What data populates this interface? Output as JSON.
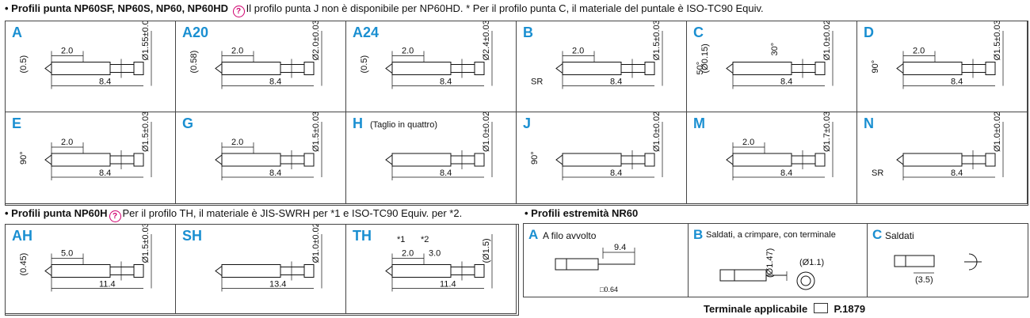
{
  "header1": {
    "title": "• Profili punta NP60SF, NP60S, NP60, NP60HD",
    "note1": "Il profilo punta J non è disponibile per NP60HD.",
    "note2": " * Per il profilo punta C, il materiale del puntale è ISO-TC90 Equiv."
  },
  "row1": [
    {
      "letter": "A",
      "len": "2.0",
      "total": "8.4",
      "dia": "Ø1.55±0.03",
      "side": "(0.5)"
    },
    {
      "letter": "A20",
      "len": "2.0",
      "total": "8.4",
      "dia": "Ø2.0±0.03",
      "side": "(0.58)"
    },
    {
      "letter": "A24",
      "len": "2.0",
      "total": "8.4",
      "dia": "Ø2.4±0.03",
      "side": "(0.5)"
    },
    {
      "letter": "B",
      "len": "2.0",
      "total": "8.4",
      "dia": "Ø1.5±0.03",
      "side": "SR"
    },
    {
      "letter": "C",
      "len": "",
      "total": "8.4",
      "dia": "Ø1.0±0.02",
      "side": "(Ø0.15)",
      "angle1": "50°",
      "angle2": "30°"
    },
    {
      "letter": "D",
      "len": "2.0",
      "total": "8.4",
      "dia": "Ø1.5±0.03",
      "side": "90°"
    }
  ],
  "row2": [
    {
      "letter": "E",
      "len": "2.0",
      "total": "8.4",
      "dia": "Ø1.5±0.03",
      "side": "90°"
    },
    {
      "letter": "G",
      "len": "2.0",
      "total": "8.4",
      "dia": "Ø1.5±0.03",
      "side": ""
    },
    {
      "letter": "H",
      "sub": "(Taglio in quattro)",
      "len": "",
      "total": "8.4",
      "dia": "Ø1.0±0.02",
      "side": ""
    },
    {
      "letter": "J",
      "len": "",
      "total": "8.4",
      "dia": "Ø1.0±0.02",
      "side": "90°"
    },
    {
      "letter": "M",
      "len": "2.0",
      "total": "8.4",
      "dia": "Ø1.7±0.03",
      "side": ""
    },
    {
      "letter": "N",
      "len": "",
      "total": "8.4",
      "dia": "Ø1.0±0.02",
      "side": "SR"
    }
  ],
  "header2": {
    "title": "• Profili punta NP60H",
    "note": "Per il profilo TH, il materiale è JIS-SWRH per *1 e ISO-TC90 Equiv. per *2."
  },
  "row3": [
    {
      "letter": "AH",
      "len": "5.0",
      "total": "11.4",
      "dia": "Ø1.5±0.03",
      "side": "(0.45)"
    },
    {
      "letter": "SH",
      "len": "",
      "total": "13.4",
      "dia": "Ø1.0±0.02",
      "side": ""
    },
    {
      "letter": "TH",
      "len": "2.0",
      "len2": "3.0",
      "total": "11.4",
      "dia": "(Ø1.5)",
      "star1": "*1",
      "star2": "*2"
    }
  ],
  "header3": {
    "title": "• Profili estremità NR60"
  },
  "nr60": [
    {
      "letter": "A",
      "label": "A filo avvolto",
      "dim": "9.4",
      "sq": "□0.64"
    },
    {
      "letter": "B",
      "label": "Saldati, a crimpare, con terminale",
      "dim1": "(Ø1.47)",
      "dim2": "(Ø1.1)"
    },
    {
      "letter": "C",
      "label": "Saldati",
      "dim": "(3.5)"
    }
  ],
  "footer": {
    "label": "Terminale applicabile",
    "page": "P.1879"
  },
  "colors": {
    "accent": "#1a8fd1",
    "note": "#d0006f"
  }
}
